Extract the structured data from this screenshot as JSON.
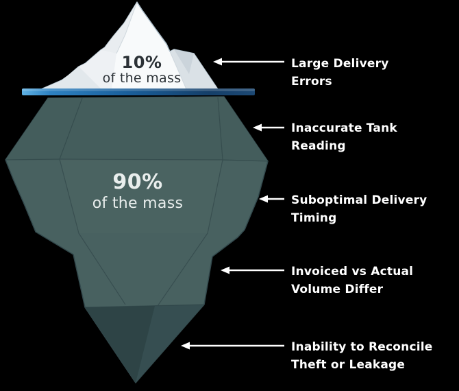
{
  "diagram": {
    "title_semantic": "iceberg-fuel-loss-infographic",
    "above_water": {
      "percent": "10%",
      "caption": "of the mass"
    },
    "below_water": {
      "percent": "90%",
      "caption": "of the mass"
    },
    "labels": [
      {
        "line1": "Large Delivery",
        "line2": "Errors"
      },
      {
        "line1": "Inaccurate Tank",
        "line2": "Reading"
      },
      {
        "line1": "Suboptimal Delivery",
        "line2": "Timing"
      },
      {
        "line1": "Invoiced vs Actual",
        "line2": "Volume Differ"
      },
      {
        "line1": "Inability to Reconcile",
        "line2": "Theft or Leakage"
      }
    ],
    "colors": {
      "background": "#000000",
      "iceberg_above_fill": "#f8fafb",
      "iceberg_above_outline": "#a9bbc7",
      "iceberg_below_fill": "#486160",
      "iceberg_below_top_band": "#445d5c",
      "iceberg_below_deep": "#2e4446",
      "waterline_left": "#5fb2e4",
      "waterline_right": "#1d4974",
      "arrow": "#ffffff",
      "label_text": "#ffffff",
      "above_text": "#2b3136",
      "below_text": "#e9eeed"
    }
  }
}
